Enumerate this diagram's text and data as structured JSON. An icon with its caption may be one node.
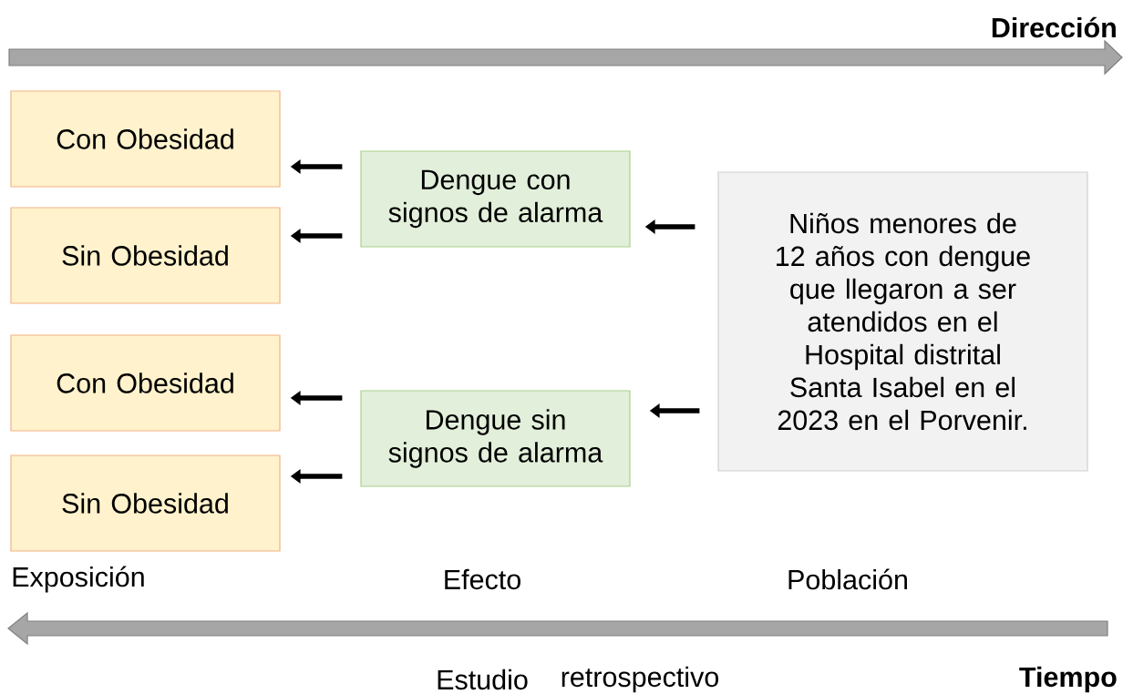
{
  "diagram": {
    "nodes": [
      {
        "text": [
          "Con Obesidad"
        ]
      },
      {
        "text": [
          "Sin Obesidad"
        ]
      },
      {
        "text": [
          "Con Obesidad"
        ]
      },
      {
        "text": [
          "Sin Obesidad"
        ]
      },
      {
        "text": [
          "Dengue con signos de alarma"
        ]
      },
      {
        "text": [
          "Dengue sin signos de alarma"
        ]
      },
      {
        "text": [
          "Niños menores de 12 años con dengue que llegaron a ser atendidos en el Hospital distrital Santa Isabel en el 2023 en el Porvenir."
        ]
      }
    ],
    "edges": [
      {
        "from": 4,
        "to": 0,
        "arrow": "to"
      },
      {
        "from": 4,
        "to": 1,
        "arrow": "to"
      },
      {
        "from": 5,
        "to": 2,
        "arrow": "to"
      },
      {
        "from": 5,
        "to": 3,
        "arrow": "to"
      },
      {
        "from": 6,
        "to": 4,
        "arrow": "to"
      },
      {
        "from": 6,
        "to": 5,
        "arrow": "to"
      }
    ],
    "labels": [
      "Dirección",
      "Exposición",
      "Efecto",
      "Población",
      "Estudio",
      "retrospectivo",
      "Tiempo"
    ]
  }
}
